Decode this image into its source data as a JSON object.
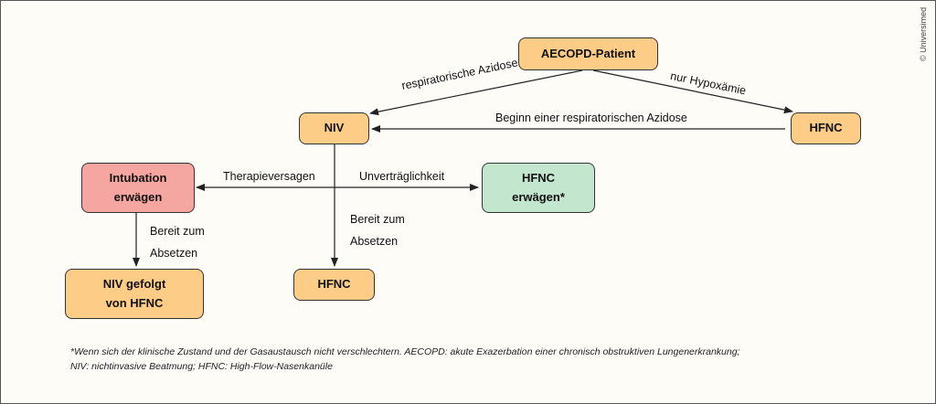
{
  "nodes": {
    "aecopd": "AECOPD-Patient",
    "niv": "NIV",
    "hfnc_right": "HFNC",
    "intubation": [
      "Intubation",
      "erwägen"
    ],
    "hfnc_consider": [
      "HFNC",
      "erwägen*"
    ],
    "niv_then_hfnc": [
      "NIV gefolgt",
      "von HFNC"
    ],
    "hfnc_bottom": "HFNC"
  },
  "edges": {
    "resp_acidosis": "respiratorische Azidose",
    "only_hypoxemia": "nur Hypoxämie",
    "begin_acidosis": "Beginn einer respiratorischen Azidose",
    "therapy_failure": "Therapieversagen",
    "intolerance": "Unverträglichkeit",
    "weaning_left": [
      "Bereit zum",
      "Absetzen"
    ],
    "weaning_center": [
      "Bereit zum",
      "Absetzen"
    ]
  },
  "footnote": [
    "*Wenn sich der klinische Zustand und der Gasaustausch nicht verschlechtern. AECOPD: akute Exazerbation einer chronisch obstruktiven Lungenerkrankung;",
    "NIV: nichtinvasive Beatmung; HFNC: High-Flow-Nasenkanüle"
  ],
  "copyright": "© Universimed",
  "colors": {
    "orange": "#fdcc86",
    "red": "#f5a6a0",
    "green": "#c3e6cf"
  }
}
